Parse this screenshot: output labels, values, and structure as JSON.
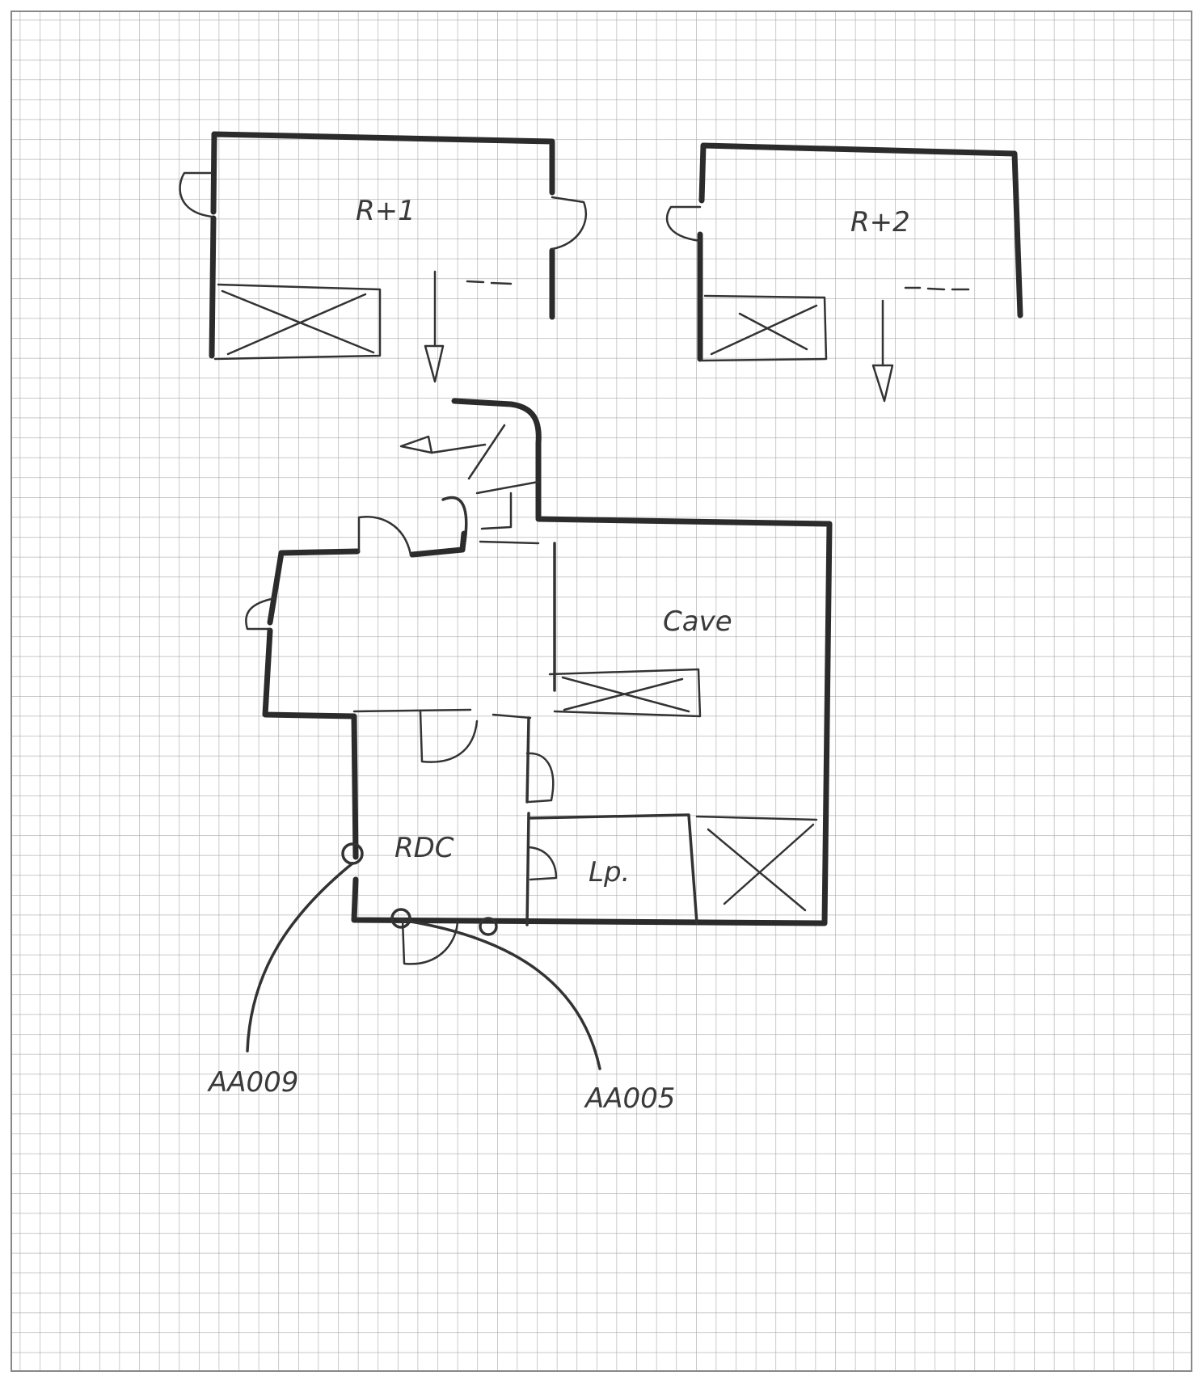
{
  "labels": {
    "room_r1": "R+1",
    "room_r2": "R+2",
    "room_cave": "Cave",
    "room_rdc": "RDC",
    "room_lp": "Lp.",
    "tag_left": "AA009",
    "tag_right": "AA005"
  },
  "colors": {
    "paper": "#ffffff",
    "grid": "#9a9a9a",
    "ink": "#2b2b2b"
  }
}
